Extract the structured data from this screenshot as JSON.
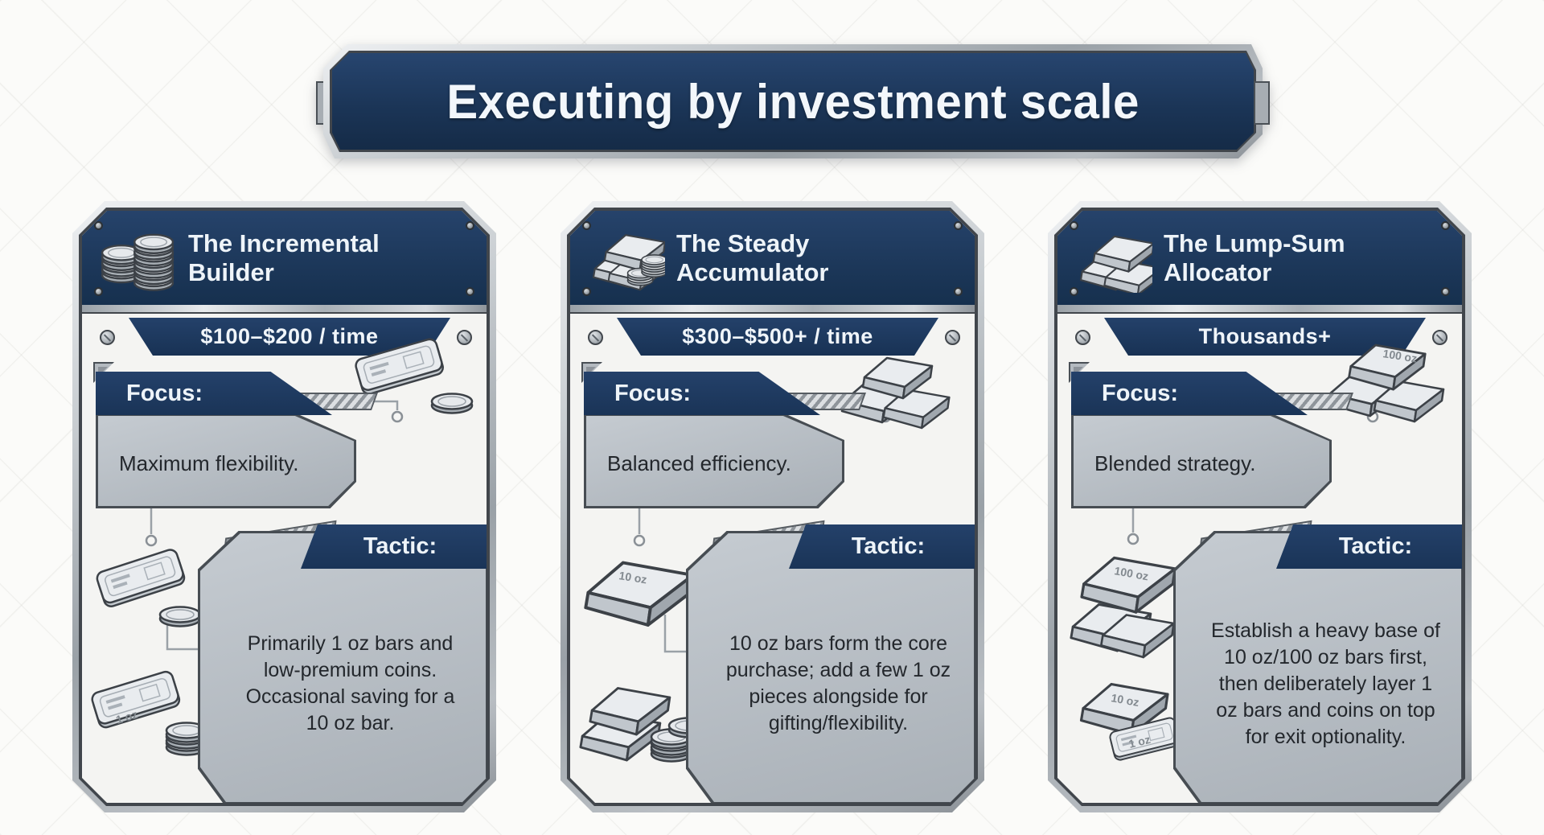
{
  "title": "Executing by investment scale",
  "cards": [
    {
      "title": "The Incremental Builder",
      "icon": "silver-coin-stacks-icon",
      "budget": "$100–$200 / time",
      "focus_label": "Focus:",
      "focus_text": "Maximum flexibility.",
      "tactic_label": "Tactic:",
      "tactic_text": "Primarily 1 oz bars and low-premium coins. Occasional saving for a 10 oz bar."
    },
    {
      "title": "The Steady Accumulator",
      "icon": "silver-bars-and-coins-icon",
      "budget": "$300–$500+ / time",
      "focus_label": "Focus:",
      "focus_text": "Balanced efficiency.",
      "tactic_label": "Tactic:",
      "tactic_text": "10 oz bars form the core purchase; add a few 1 oz pieces alongside for gifting/flexibility."
    },
    {
      "title": "The Lump-Sum Allocator",
      "icon": "silver-bars-stack-icon",
      "budget": "Thousands+",
      "focus_label": "Focus:",
      "focus_text": "Blended strategy.",
      "tactic_label": "Tactic:",
      "tactic_text": "Establish a heavy base of 10 oz/100 oz bars first, then deliberately layer 1 oz bars and coins on top for exit optionality."
    }
  ],
  "engravings": {
    "one_oz": "1 oz",
    "ten_oz": "10 oz",
    "hundred_oz": "100 oz"
  },
  "colors": {
    "navy": "#1e3a5e",
    "silver": "#c6cbd0",
    "panel_gray": "#b9c0c7",
    "card_body": "#f4f4f2",
    "background": "#fbfbf9"
  }
}
